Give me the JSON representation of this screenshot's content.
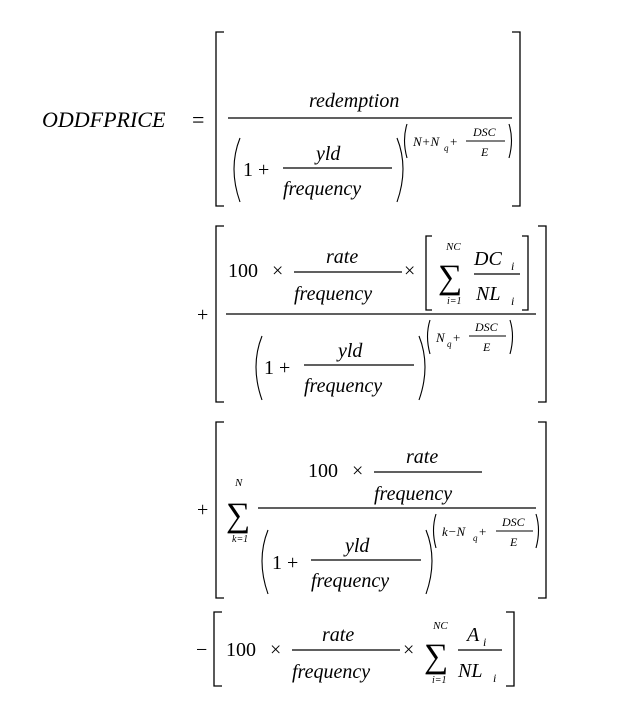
{
  "formula": {
    "lhs": "ODDFPRICE",
    "equals": "=",
    "plus": "+",
    "minus": "−",
    "times": "×",
    "one": "1",
    "one_plus": "1 +",
    "hundred": "100",
    "redemption": "redemption",
    "yld": "yld",
    "rate": "rate",
    "frequency": "frequency",
    "sigma": "∑",
    "dsc": "DSC",
    "e": "E",
    "dc_i": "DC",
    "nl_i": "NL",
    "a_i": "A",
    "sub_i": "i",
    "nc": "NC",
    "n": "N",
    "i_eq_1": "i=1",
    "k_eq_1": "k=1",
    "exp1_prefix": "N+N",
    "exp_q": "q",
    "exp_plus": "+",
    "exp3_prefix": "k−N",
    "exp_close": ")",
    "exp_open": "("
  }
}
